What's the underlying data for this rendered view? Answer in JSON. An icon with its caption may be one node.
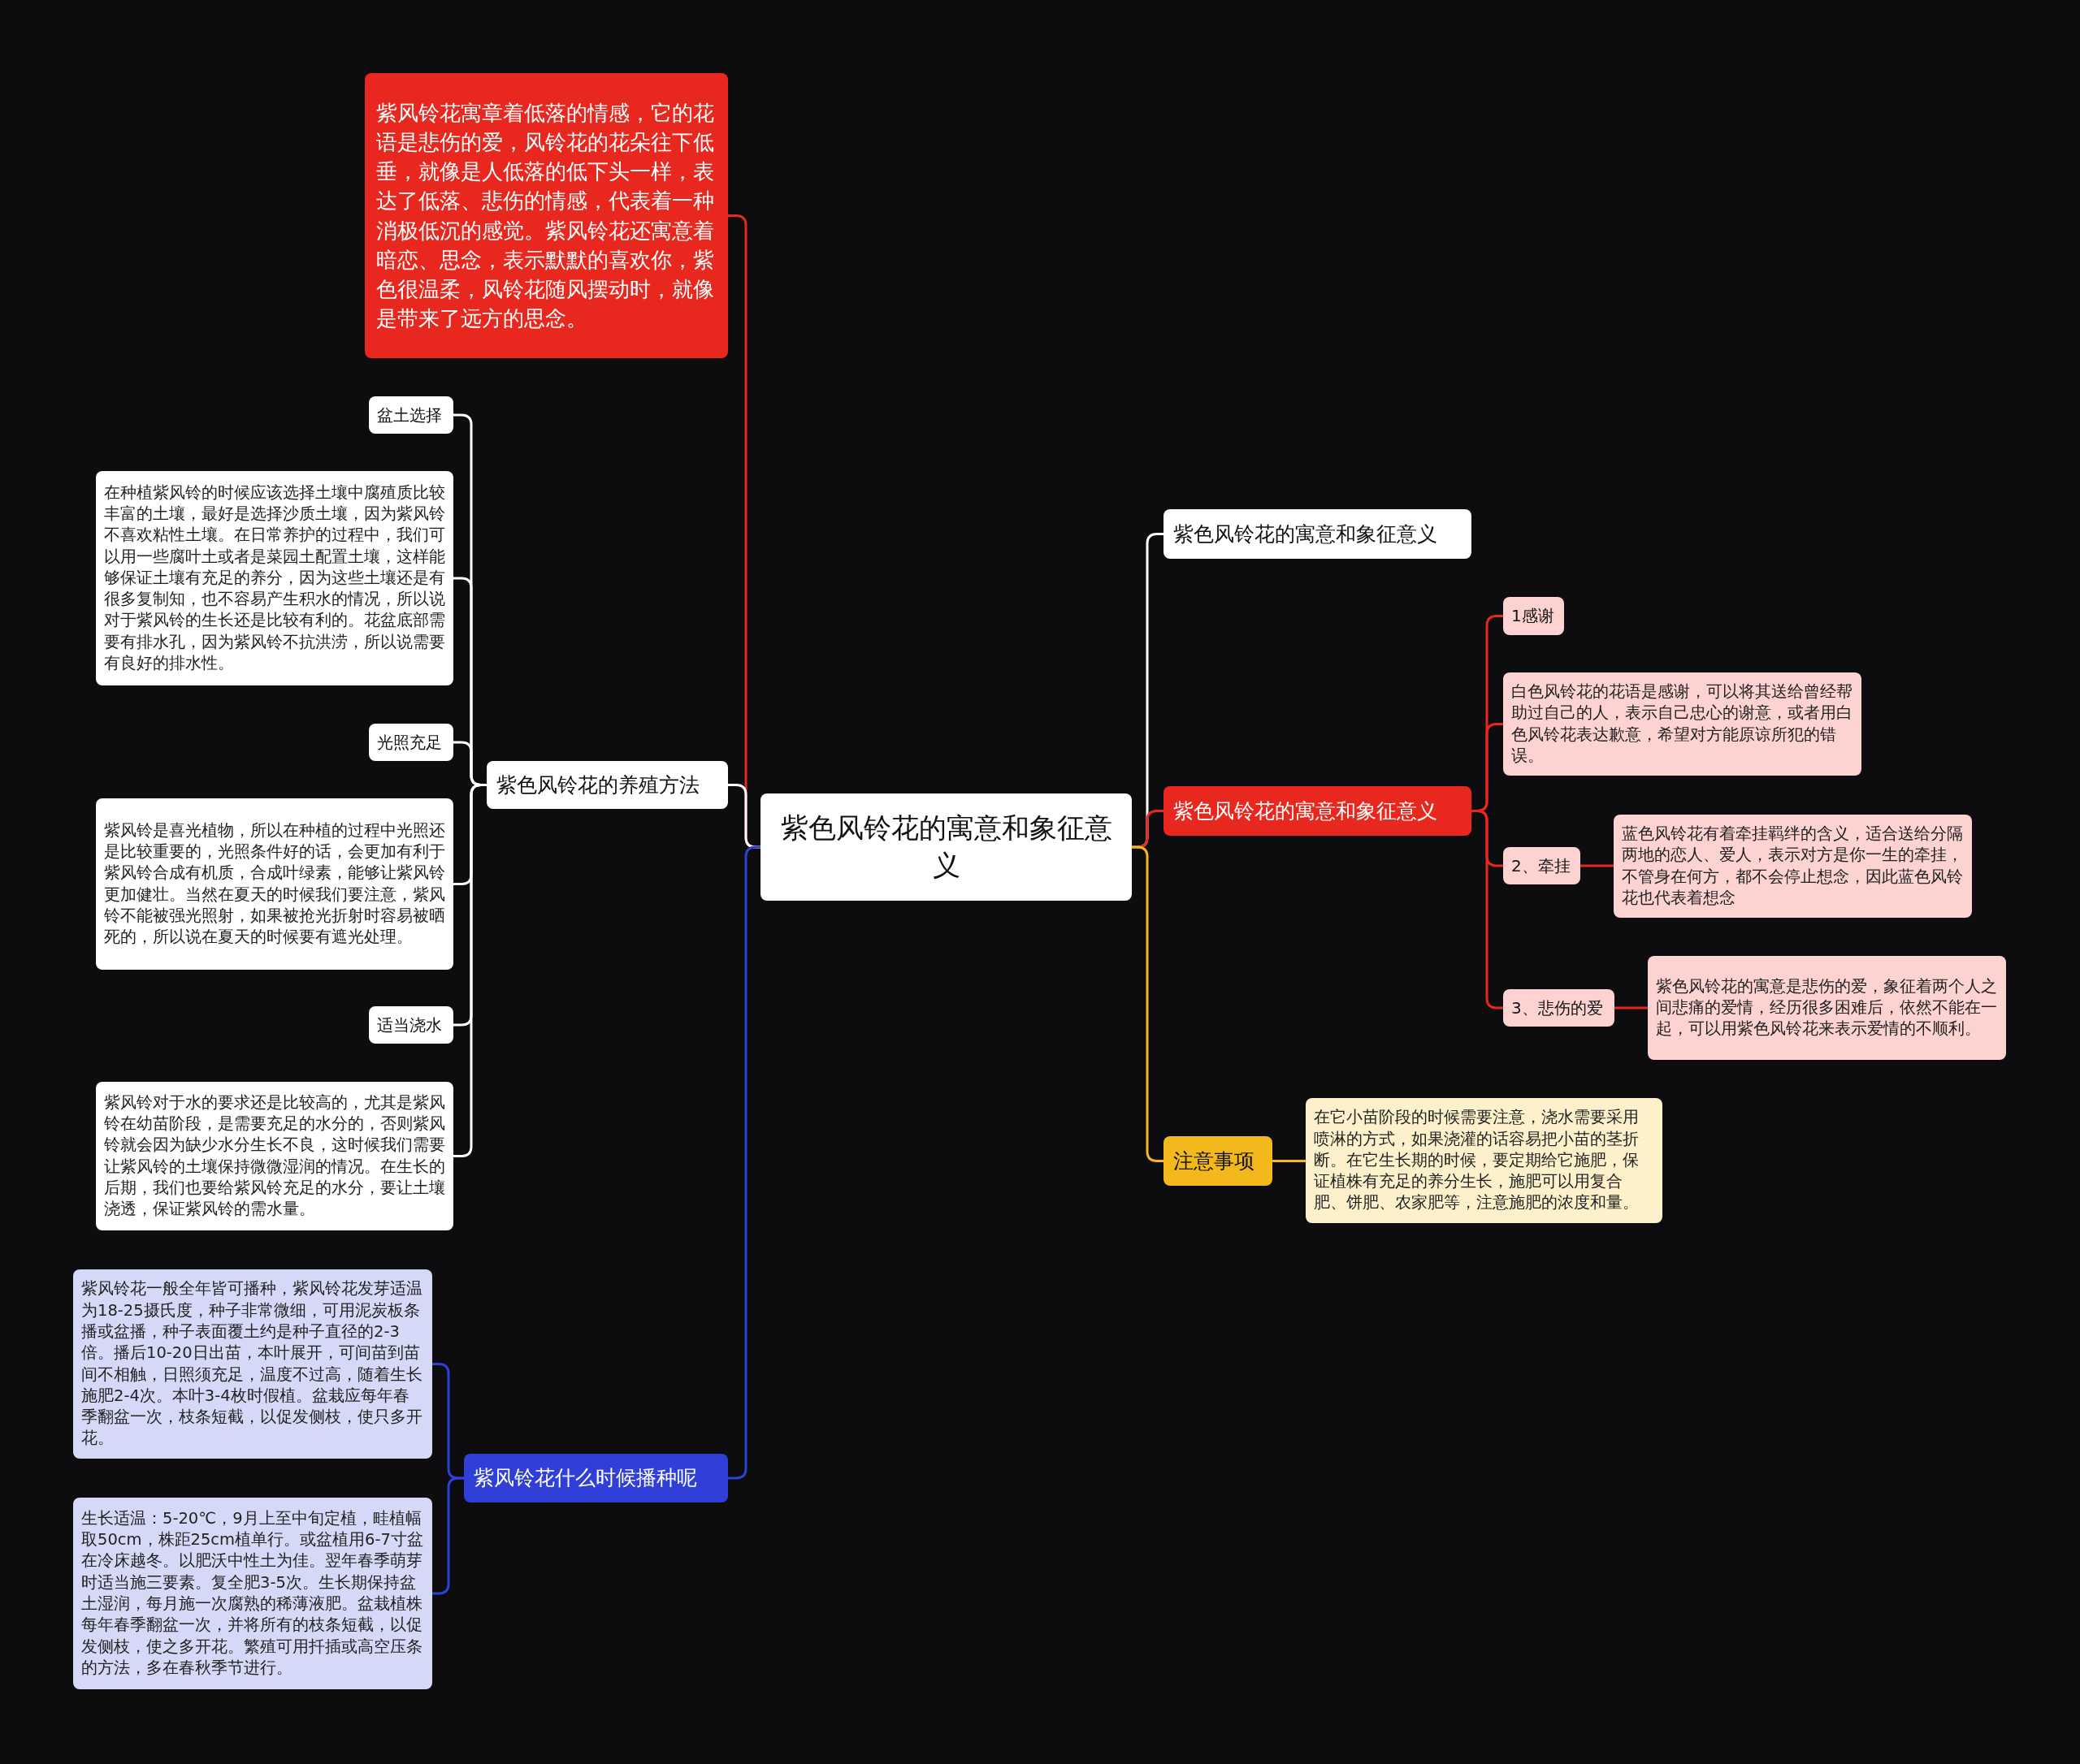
{
  "diagram": {
    "nodes": [
      {
        "text": [
          "紫色风铃花的寓意和象征意义"
        ]
      },
      {
        "text": [
          "紫风铃花寓章着低落的情感，它的花语是悲伤的爱，风铃花的花朵往下低垂，就像是人低落的低下头一样，表达了低落、悲伤的情感，代表着一种消极低沉的感觉。紫风铃花还寓意着暗恋、思念，表示默默的喜欢你，紫色很温柔，风铃花随风摆动时，就像是带来了远方的思念。"
        ]
      },
      {
        "text": [
          "紫色风铃花的养殖方法"
        ]
      },
      {
        "text": [
          "盆土选择"
        ]
      },
      {
        "text": [
          "在种植紫风铃的时候应该选择土壤中腐殖质比较丰富的土壤，最好是选择沙质土壤，因为紫风铃不喜欢粘性土壤。在日常养护的过程中，我们可以用一些腐叶土或者是菜园土配置土壤，这样能够保证土壤有充足的养分，因为这些土壤还是有很多复制知，也不容易产生积水的情况，所以说对于紫风铃的生长还是比较有利的。花盆底部需要有排水孔，因为紫风铃不抗洪涝，所以说需要有良好的排水性。"
        ]
      },
      {
        "text": [
          "光照充足"
        ]
      },
      {
        "text": [
          "紫风铃是喜光植物，所以在种植的过程中光照还是比较重要的，光照条件好的话，会更加有利于紫风铃合成有机质，合成叶绿素，能够让紫风铃更加健壮。当然在夏天的时候我们要注意，紫风铃不能被强光照射，如果被抢光折射时容易被晒死的，所以说在夏天的时候要有遮光处理。"
        ]
      },
      {
        "text": [
          "适当浇水"
        ]
      },
      {
        "text": [
          "紫风铃对于水的要求还是比较高的，尤其是紫风铃在幼苗阶段，是需要充足的水分的，否则紫风铃就会因为缺少水分生长不良，这时候我们需要让紫风铃的土壤保持微微湿润的情况。在生长的后期，我们也要给紫风铃充足的水分，要让土壤浇透，保证紫风铃的需水量。"
        ]
      },
      {
        "text": [
          "紫风铃花什么时候播种呢"
        ]
      },
      {
        "text": [
          "紫风铃花一般全年皆可播种，紫风铃花发芽适温为18-25摄氏度，种子非常微细，可用泥炭板条播或盆播，种子表面覆土约是种子直径的2-3倍。播后10-20日出苗，本叶展开，可间苗到苗间不相触，日照须充足，温度不过高，随着生长施肥2-4次。本叶3-4枚时假植。盆栽应每年春季翻盆一次，枝条短截，以促发侧枝，使只多开花。"
        ]
      },
      {
        "text": [
          "生长适温：5-20℃，9月上至中旬定植，畦植幅取50cm，株距25cm植单行。或盆植用6-7寸盆在冷床越冬。以肥沃中性土为佳。翌年春季萌芽时适当施三要素。复全肥3-5次。生长期保持盆土湿润，每月施一次腐熟的稀薄液肥。盆栽植株每年春季翻盆一次，并将所有的枝条短截，以促发侧枝，使之多开花。繁殖可用扦插或高空压条的方法，多在春秋季节进行。"
        ]
      },
      {
        "text": [
          "紫色风铃花的寓意和象征意义"
        ]
      },
      {
        "text": [
          "紫色风铃花的寓意和象征意义"
        ]
      },
      {
        "text": [
          "1感谢"
        ]
      },
      {
        "text": [
          "白色风铃花的花语是感谢，可以将其送给曾经帮助过自己的人，表示自己忠心的谢意，或者用白色风铃花表达歉意，希望对方能原谅所犯的错误。"
        ]
      },
      {
        "text": [
          "2、牵挂"
        ]
      },
      {
        "text": [
          "蓝色风铃花有着牵挂羁绊的含义，适合送给分隔两地的恋人、爱人，表示对方是你一生的牵挂，不管身在何方，都不会停止想念，因此蓝色风铃花也代表着想念"
        ]
      },
      {
        "text": [
          "3、悲伤的爱"
        ]
      },
      {
        "text": [
          "紫色风铃花的寓意是悲伤的爱，象征着两个人之间悲痛的爱情，经历很多困难后，依然不能在一起，可以用紫色风铃花来表示爱情的不顺利。"
        ]
      },
      {
        "text": [
          "注意事项"
        ]
      },
      {
        "text": [
          "在它小苗阶段的时候需要注意，浇水需要采用喷淋的方式，如果浇灌的话容易把小苗的茎折断。在它生长期的时候，要定期给它施肥，保证植株有充足的养分生长，施肥可以用复合肥、饼肥、农家肥等，注意施肥的浓度和量。"
        ]
      }
    ],
    "edges": [
      {
        "from": 0,
        "to": 1,
        "arrow": "none",
        "color": "#e8281e"
      },
      {
        "from": 0,
        "to": 2,
        "arrow": "none",
        "color": "#ffffff"
      },
      {
        "from": 2,
        "to": 3,
        "arrow": "none",
        "color": "#ffffff"
      },
      {
        "from": 2,
        "to": 4,
        "arrow": "none",
        "color": "#ffffff"
      },
      {
        "from": 2,
        "to": 5,
        "arrow": "none",
        "color": "#ffffff"
      },
      {
        "from": 2,
        "to": 6,
        "arrow": "none",
        "color": "#ffffff"
      },
      {
        "from": 2,
        "to": 7,
        "arrow": "none",
        "color": "#ffffff"
      },
      {
        "from": 2,
        "to": 8,
        "arrow": "none",
        "color": "#ffffff"
      },
      {
        "from": 0,
        "to": 9,
        "arrow": "none",
        "color": "#2f3fd8"
      },
      {
        "from": 9,
        "to": 10,
        "arrow": "none",
        "color": "#2f3fd8"
      },
      {
        "from": 9,
        "to": 11,
        "arrow": "none",
        "color": "#2f3fd8"
      },
      {
        "from": 0,
        "to": 12,
        "arrow": "none",
        "color": "#ffffff"
      },
      {
        "from": 0,
        "to": 13,
        "arrow": "none",
        "color": "#e8281e"
      },
      {
        "from": 13,
        "to": 14,
        "arrow": "none",
        "color": "#e8281e"
      },
      {
        "from": 13,
        "to": 15,
        "arrow": "none",
        "color": "#e8281e"
      },
      {
        "from": 13,
        "to": 16,
        "arrow": "none",
        "color": "#e8281e"
      },
      {
        "from": 16,
        "to": 17,
        "arrow": "none",
        "color": "#e8281e"
      },
      {
        "from": 13,
        "to": 18,
        "arrow": "none",
        "color": "#e8281e"
      },
      {
        "from": 18,
        "to": 19,
        "arrow": "none",
        "color": "#e8281e"
      },
      {
        "from": 0,
        "to": 20,
        "arrow": "none",
        "color": "#f2b81c"
      },
      {
        "from": 20,
        "to": 21,
        "arrow": "none",
        "color": "#f2b81c"
      }
    ]
  }
}
